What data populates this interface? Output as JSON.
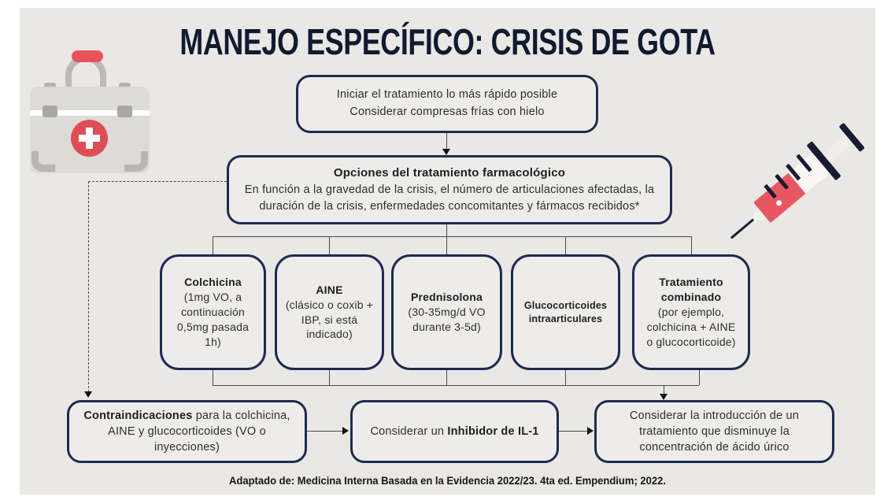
{
  "title": "MANEJO ESPECÍFICO: CRISIS DE GOTA",
  "nodes": {
    "start": {
      "line1": "Iniciar el tratamiento lo más rápido posible",
      "line2": "Considerar compresas frías con hielo"
    },
    "options": {
      "title": "Opciones del tratamiento farmacológico",
      "body": "En función a la gravedad de la crisis, el número de articulaciones afectadas, la duración de la crisis, enfermedades concomitantes y fármacos recibidos*"
    },
    "treatments": [
      {
        "title": "Colchicina",
        "detail": "(1mg VO, a continuación 0,5mg pasada 1h)"
      },
      {
        "title": "AINE",
        "detail": "(clásico o coxib + IBP, si está indicado)"
      },
      {
        "title": "Prednisolona",
        "detail": "(30-35mg/d VO durante 3-5d)"
      },
      {
        "title": "Glucocorticoides intraarticulares",
        "detail": ""
      },
      {
        "title": "Tratamiento combinado",
        "detail": "(por ejemplo, colchicina + AINE o glucocorticoide)"
      }
    ],
    "contraindications": {
      "bold": "Contraindicaciones",
      "rest": " para la colchicina, AINE y glucocorticoides (VO o inyecciones)"
    },
    "il1": {
      "prefix": "Considerar un ",
      "bold": "Inhibidor de IL-1"
    },
    "urate": "Considerar la introducción de un tratamiento que disminuye la concentración de ácido úrico"
  },
  "footer": "Adaptado de: Medicina Interna Basada en la Evidencia 2022/23. 4ta ed. Empendium; 2022.",
  "icons": {
    "left": "first-aid-kit-icon",
    "right": "syringe-icon"
  },
  "colors": {
    "background": "#e9e8e5",
    "box_border_navy": "#1d2b52",
    "title_navy": "#101a30",
    "accent_red": "#e9525b",
    "connector_gray": "#4a4a4a"
  }
}
